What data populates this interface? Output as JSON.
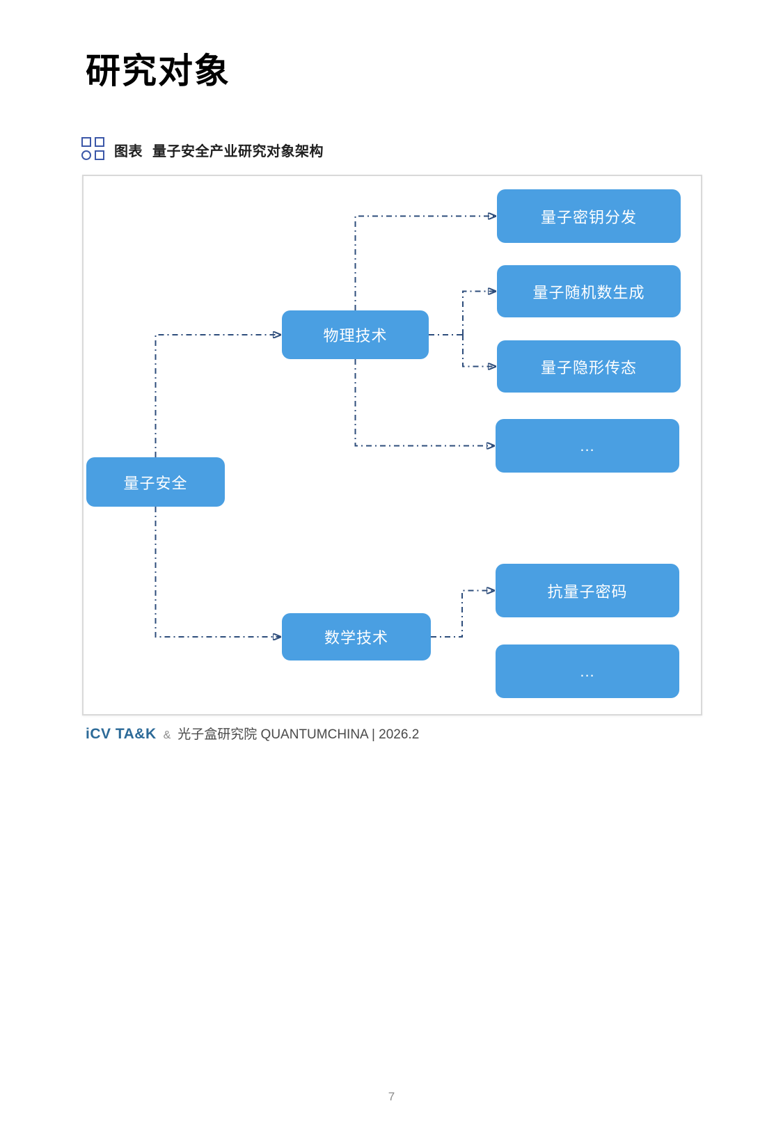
{
  "page": {
    "title": "研究对象",
    "page_number": "7"
  },
  "figure": {
    "caption_prefix": "图表",
    "caption_title": "量子安全产业研究对象架构"
  },
  "diagram": {
    "nodes": [
      {
        "id": "quantum-security",
        "label": "量子安全"
      },
      {
        "id": "physical-tech",
        "label": "物理技术"
      },
      {
        "id": "math-tech",
        "label": "数学技术"
      },
      {
        "id": "qkd",
        "label": "量子密钥分发"
      },
      {
        "id": "qrng",
        "label": "量子随机数生成"
      },
      {
        "id": "teleportation",
        "label": "量子隐形传态"
      },
      {
        "id": "physical-more",
        "label": "..."
      },
      {
        "id": "pqc",
        "label": "抗量子密码"
      },
      {
        "id": "math-more",
        "label": "..."
      }
    ],
    "edges": [
      {
        "from": "量子安全",
        "to": "物理技术"
      },
      {
        "from": "量子安全",
        "to": "数学技术"
      },
      {
        "from": "物理技术",
        "to": "量子密钥分发"
      },
      {
        "from": "物理技术",
        "to": "量子随机数生成"
      },
      {
        "from": "物理技术",
        "to": "量子隐形传态"
      },
      {
        "from": "物理技术",
        "to": "..."
      },
      {
        "from": "数学技术",
        "to": "抗量子密码"
      }
    ],
    "line_style": "dash-dot",
    "arrowhead": "filled-triangle",
    "colors": {
      "node_fill": "#4A9FE2",
      "node_text": "#FFFFFF",
      "connector": "#2E4D7B",
      "caption_icon": "#3B57A8",
      "brand": "#2C6A98"
    }
  },
  "footer": {
    "brand": "iCV TA&K",
    "separator": "&",
    "source": "光子盒研究院 QUANTUMCHINA | 2026.2"
  }
}
